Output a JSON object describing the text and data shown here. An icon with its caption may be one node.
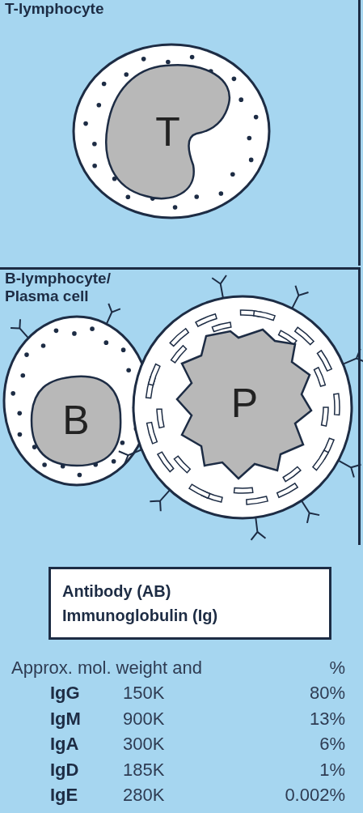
{
  "diagram": {
    "nodes": [
      {
        "text": [
          "T-lymphocyte"
        ]
      },
      {
        "text": [
          "T"
        ],
        "in": 0
      },
      {
        "text": [
          "B-lymphocyte/ Plasma cell"
        ]
      },
      {
        "text": [
          "B"
        ],
        "in": 2
      },
      {
        "text": [
          "P"
        ],
        "in": 2
      },
      {
        "text": [
          "Antibody (AB)",
          "Immunoglobulin (Ig)"
        ]
      }
    ],
    "edges": [],
    "labels": [
      "Approx. mol. weight and",
      "%",
      "IgG",
      "150K",
      "80%",
      "IgM",
      "900K",
      "13%",
      "IgA",
      "300K",
      "6%",
      "IgD",
      "185K",
      "1%",
      "IgE",
      "280K",
      "0.002%"
    ]
  }
}
